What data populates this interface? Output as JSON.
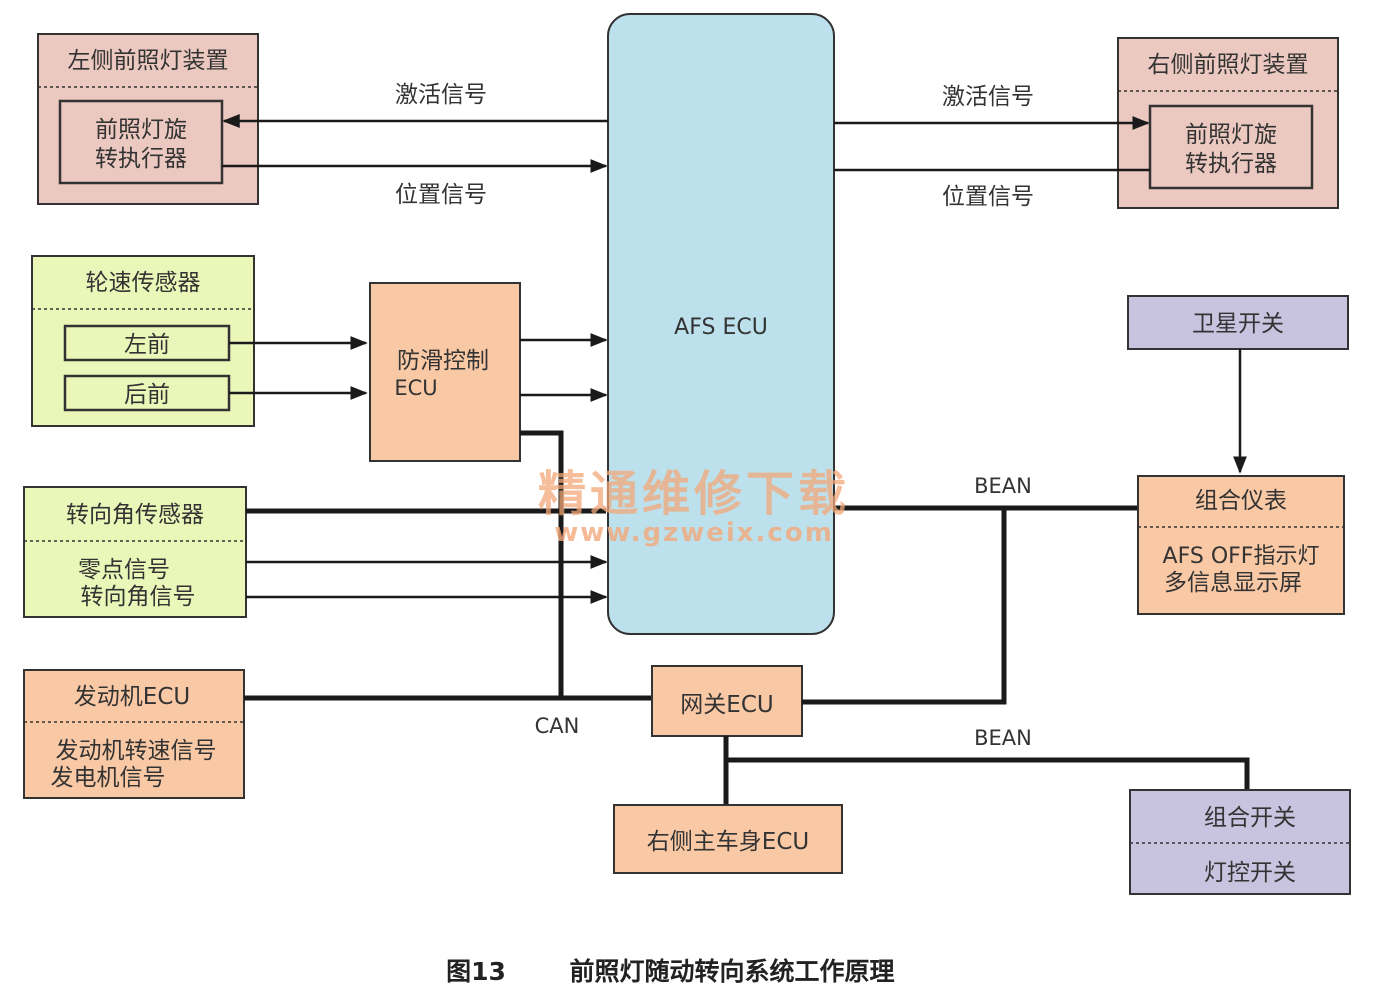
{
  "colors": {
    "pink": "#ecc9c0",
    "green": "#eaf7b8",
    "orange": "#f9c8a5",
    "blue": "#bde1ec",
    "purple": "#c8c3df",
    "line": "#1a1a1a",
    "watermark": "#f3a77a"
  },
  "left_headlamp": {
    "title": "左侧前照灯装置",
    "actuator_l1": "前照灯旋",
    "actuator_l2": "转执行器"
  },
  "right_headlamp": {
    "title": "右侧前照灯装置",
    "actuator_l1": "前照灯旋",
    "actuator_l2": "转执行器"
  },
  "signals": {
    "activation": "激活信号",
    "position": "位置信号"
  },
  "wheel_speed": {
    "title": "轮速传感器",
    "front_left": "左前",
    "rear_front": "后前"
  },
  "abs_ecu": {
    "line1": "防滑控制",
    "line2": "ECU"
  },
  "afs_ecu": {
    "label": "AFS ECU"
  },
  "steering_sensor": {
    "title": "转向角传感器",
    "zero_signal": "零点信号",
    "angle_signal": "转向角信号"
  },
  "engine_ecu": {
    "title": "发动机ECU",
    "rpm_signal": "发动机转速信号",
    "alt_signal": "发电机信号"
  },
  "gateway_ecu": {
    "label": "网关ECU"
  },
  "body_ecu": {
    "label": "右侧主车身ECU"
  },
  "satellite_switch": {
    "label": "卫星开关"
  },
  "meter": {
    "title": "组合仪表",
    "line1": "AFS OFF指示灯",
    "line2": "多信息显示屏"
  },
  "combo_switch": {
    "title": "组合开关",
    "light_switch": "灯控开关"
  },
  "bus_labels": {
    "bean_upper": "BEAN",
    "bean_lower": "BEAN",
    "can": "CAN"
  },
  "watermark": {
    "cn": "精通维修下载",
    "url": "www.gzweix.com"
  },
  "caption": {
    "figure": "图13",
    "title": "前照灯随动转向系统工作原理"
  }
}
